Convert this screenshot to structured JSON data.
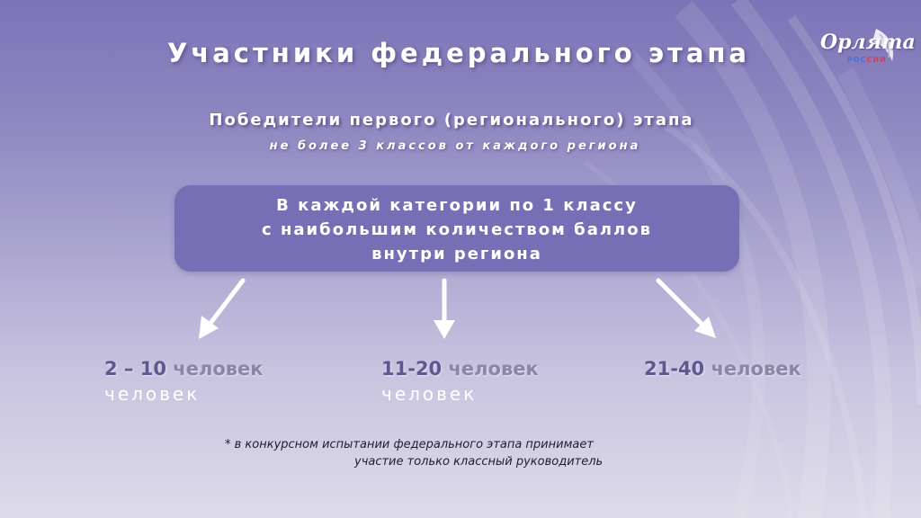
{
  "slide": {
    "title": "Участники федерального этапа",
    "logo": {
      "script": "Орлята",
      "sub_part1": "РОС",
      "sub_part2": "СИИ"
    },
    "subtitle": "Победители первого (регионального) этапа",
    "subnote": "не более 3 классов от каждого региона",
    "rule_lines": [
      "В каждой категории по 1 классу",
      "с наибольшим количеством баллов",
      "внутри региона"
    ],
    "categories": [
      {
        "range": "2 – 10",
        "unit": "человек",
        "sub": "человек"
      },
      {
        "range": "11-20",
        "unit": "человек",
        "sub": "человек"
      },
      {
        "range": "21-40",
        "unit": "человек",
        "sub": ""
      }
    ],
    "footnote": {
      "line1": "* в конкурсном испытании федерального этапа принимает",
      "line2": "участие  только классный руководитель"
    }
  },
  "colors": {
    "box": "#766fb5",
    "text_light": "#ffffff",
    "category_text": "#6b6490",
    "footnote_text": "#1e1e2e"
  },
  "icons": {
    "arrow": "arrow-down-icon"
  }
}
